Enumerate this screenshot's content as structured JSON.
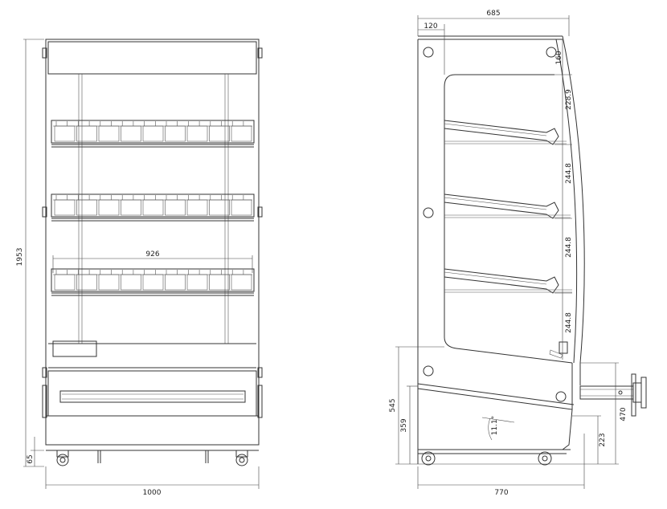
{
  "front_view": {
    "dimensions": {
      "total_height": "1953",
      "total_width": "1000",
      "shelf_width": "926",
      "foot_height": "65"
    },
    "shelf_count": 3
  },
  "side_view": {
    "dimensions": {
      "top_depth": "685",
      "top_offset": "120",
      "top_gap": "160",
      "shelf_spacing_1": "228.9",
      "shelf_spacing_2": "244.8",
      "shelf_spacing_3": "244.8",
      "shelf_spacing_4": "244.8",
      "base_height": "545",
      "deck_height": "359",
      "deck_angle": "11.1°",
      "bumper_height": "223",
      "handle_height": "470",
      "total_depth": "770"
    }
  }
}
